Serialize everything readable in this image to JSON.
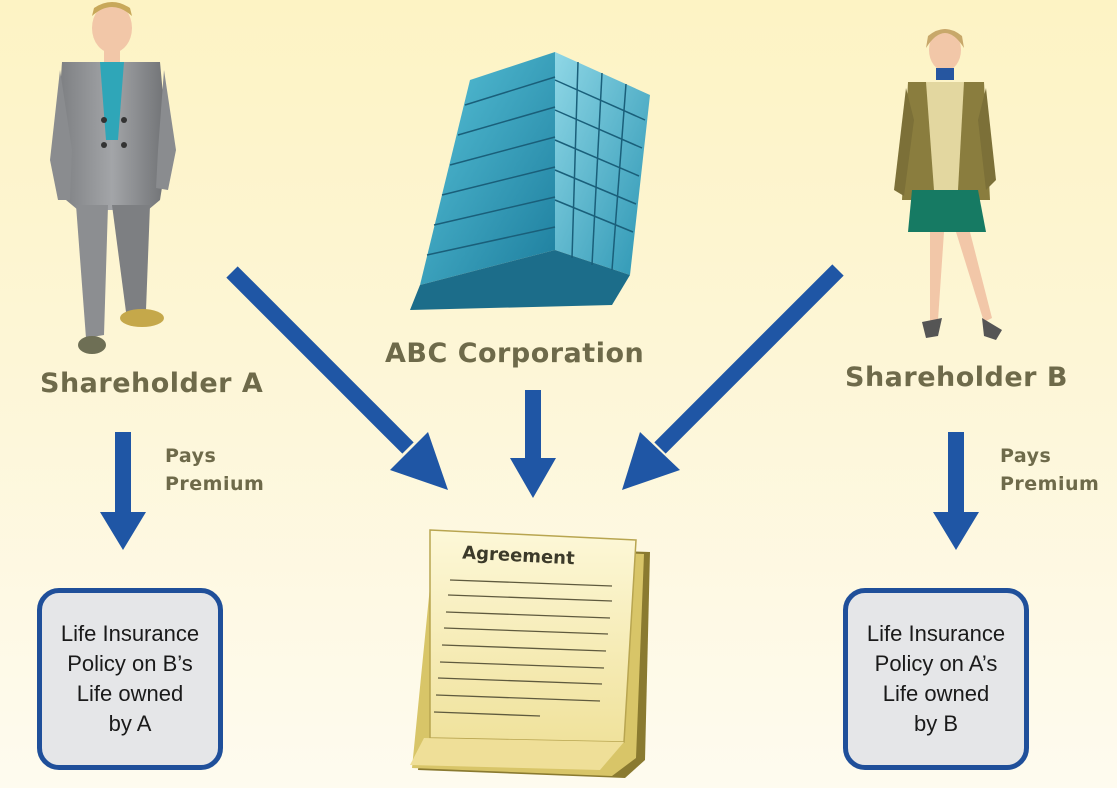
{
  "figures": {
    "shareholder_a": {
      "label": "Shareholder A"
    },
    "corporation": {
      "label": "ABC Corporation"
    },
    "shareholder_b": {
      "label": "Shareholder B"
    }
  },
  "payments": {
    "left": {
      "line1": "Pays",
      "line2": "Premium"
    },
    "right": {
      "line1": "Pays",
      "line2": "Premium"
    }
  },
  "agreement": {
    "title": "Agreement"
  },
  "policies": {
    "left": {
      "line1": "Life Insurance",
      "line2": "Policy on B’s",
      "line3": "Life owned",
      "line4": "by A"
    },
    "right": {
      "line1": "Life Insurance",
      "line2": "Policy on A’s",
      "line3": "Life owned",
      "line4": "by B"
    }
  },
  "colors": {
    "arrow": "#1f56a5",
    "label": "#6e6a4a",
    "policy_border": "#1f4f9a",
    "building": "#3aa7c3"
  }
}
